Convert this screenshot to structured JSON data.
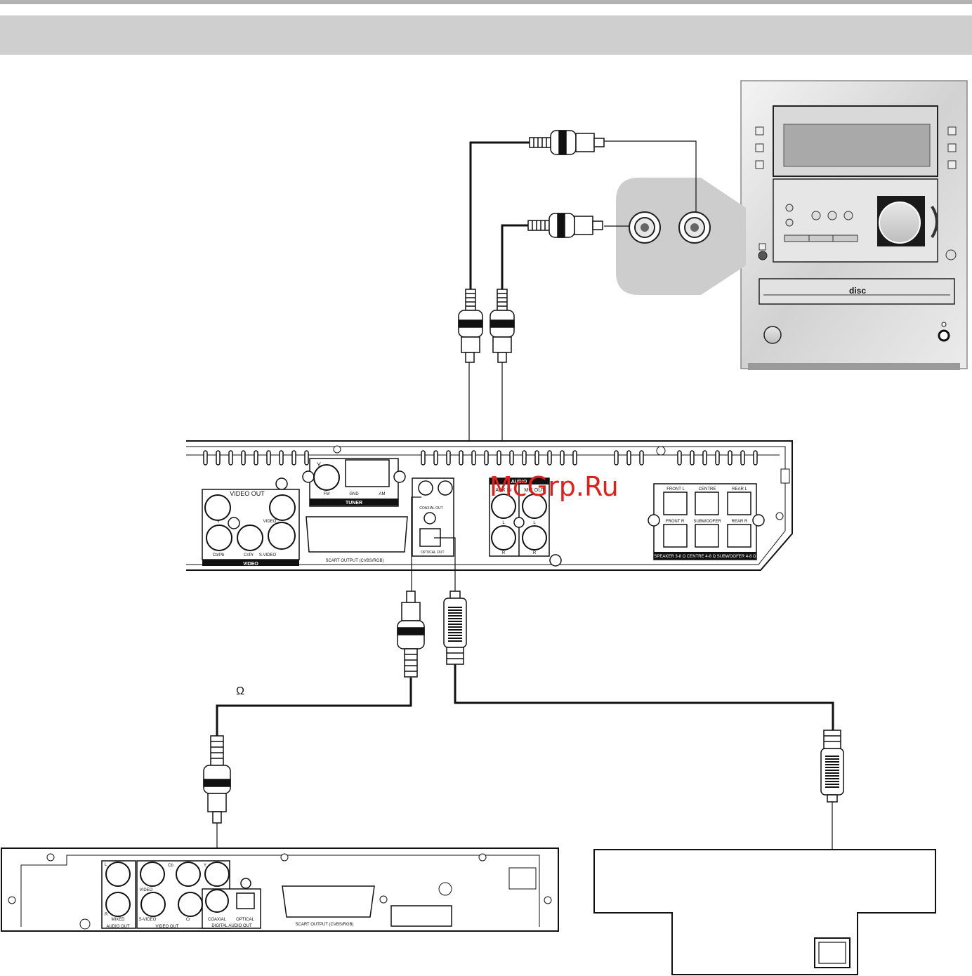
{
  "watermark": "McGrp.Ru",
  "omega": "Ω",
  "receiver": {
    "video_out": "VIDEO OUT",
    "y": "Y",
    "video": "VIDEO",
    "cbpb": "Cb/Pb",
    "crpr": "Cr/Pr",
    "svideo": "S.VIDEO",
    "video_bar": "VIDEO",
    "fm": "FM",
    "gnd": "GND",
    "am": "AM",
    "tuner": "TUNER",
    "scart": "SCART OUTPUT (CVBS/RGB)",
    "coaxial_out": "COAXIAL OUT",
    "optical_out": "OPTICAL OUT",
    "audio": "AUDIO",
    "aux_in": "AUX IN",
    "mix_out": "MIX OUT",
    "l": "L",
    "r": "R",
    "front_l": "FRONT L",
    "centre": "CENTRE",
    "rear_l": "REAR L",
    "front_r": "FRONT R",
    "subwoofer": "SUBWOOFER",
    "rear_r": "REAR R",
    "speaker_spec": "SPEAKER 3-8 Ω CENTRE 4-8 Ω SUBWOOFER 4-8 Ω"
  },
  "dvd": {
    "l": "L",
    "r": "R",
    "cb": "Cb",
    "y": "Y",
    "video": "VIDEO",
    "mixed": "MIXED",
    "svideo": "S-VIDEO",
    "cr": "Cr",
    "coaxial": "COAXIAL",
    "optical": "OPTICAL",
    "audio_out": "AUDIO OUT",
    "video_out": "VIDEO OUT",
    "digital_audio_out": "DIGITAL AUDIO OUT",
    "scart": "SCART OUTPUT (CVBS/RGB)"
  },
  "stereo": {
    "disc_logo": "disc"
  }
}
